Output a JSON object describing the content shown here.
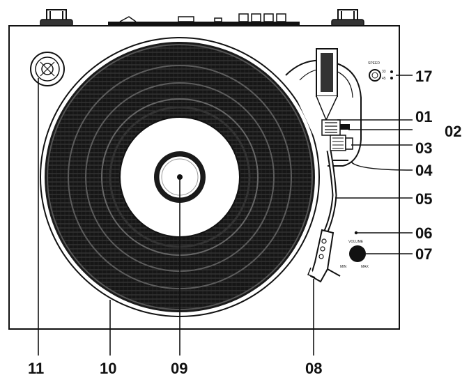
{
  "callouts": {
    "c01": "01",
    "c02": "02",
    "c03": "03",
    "c04": "04",
    "c05": "05",
    "c06": "06",
    "c07": "07",
    "c08": "08",
    "c09": "09",
    "c10": "10",
    "c11": "11",
    "c17": "17"
  },
  "panel_text": {
    "speed_title": "SPEED",
    "speed_33": "33",
    "speed_45": "45",
    "volume": "VOLUME",
    "min": "MIN",
    "max": "MAX"
  }
}
